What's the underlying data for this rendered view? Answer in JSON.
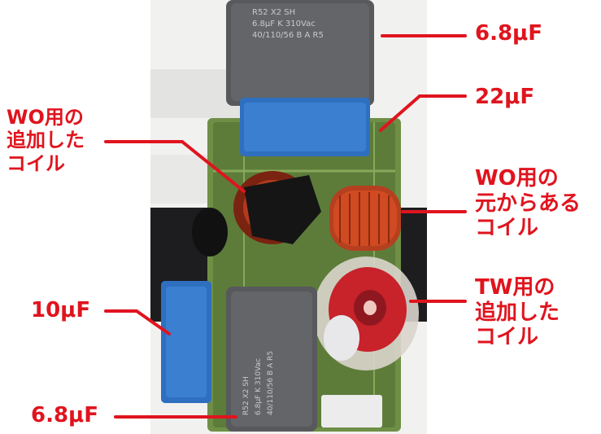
{
  "labels": {
    "top_right_cap": "6.8μF",
    "right_22uf": "22μF",
    "wo_added_coil": [
      "WO用の",
      "追加した",
      "コイル"
    ],
    "wo_original_coil": [
      "WO用の",
      "元からある",
      "コイル"
    ],
    "tw_added_coil": [
      "TW用の",
      "追加した",
      "コイル"
    ],
    "left_10uf": "10μF",
    "bottom_left_cap": "6.8μF"
  },
  "component_markings": {
    "top_cap": [
      "R52  X2 SH",
      "6.8μF K 310Vac",
      "40/110/56 B A R5"
    ],
    "bottom_cap": [
      "R52  X2 SH",
      "6.8μF K 310Vac",
      "40/110/56 B A R5"
    ]
  },
  "colors": {
    "annotation": "#e0141e",
    "pcb": "#6f8f46",
    "blue_cap": "#2f6fc0",
    "grey_cap": "#58595d",
    "copper": "#c0391f"
  }
}
